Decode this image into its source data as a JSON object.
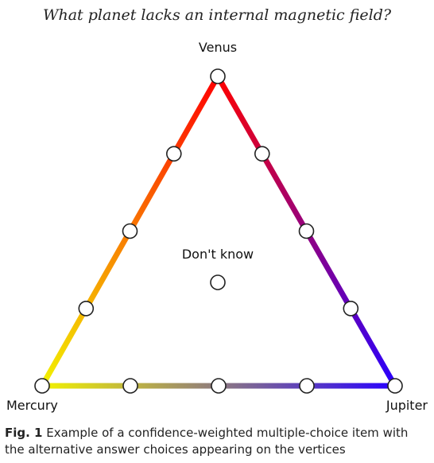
{
  "question": "What planet lacks an internal magnetic field?",
  "center_label": "Don't know",
  "vertices": {
    "top": "Venus",
    "left": "Mercury",
    "right": "Jupiter"
  },
  "colors": {
    "top": "#ff0000",
    "left": "#f2f200",
    "right": "#2800ff"
  },
  "caption": {
    "label": "Fig. 1",
    "text": " Example of a confidence-weighted multiple-choice item with the alternative answer choices appearing on the vertices"
  }
}
